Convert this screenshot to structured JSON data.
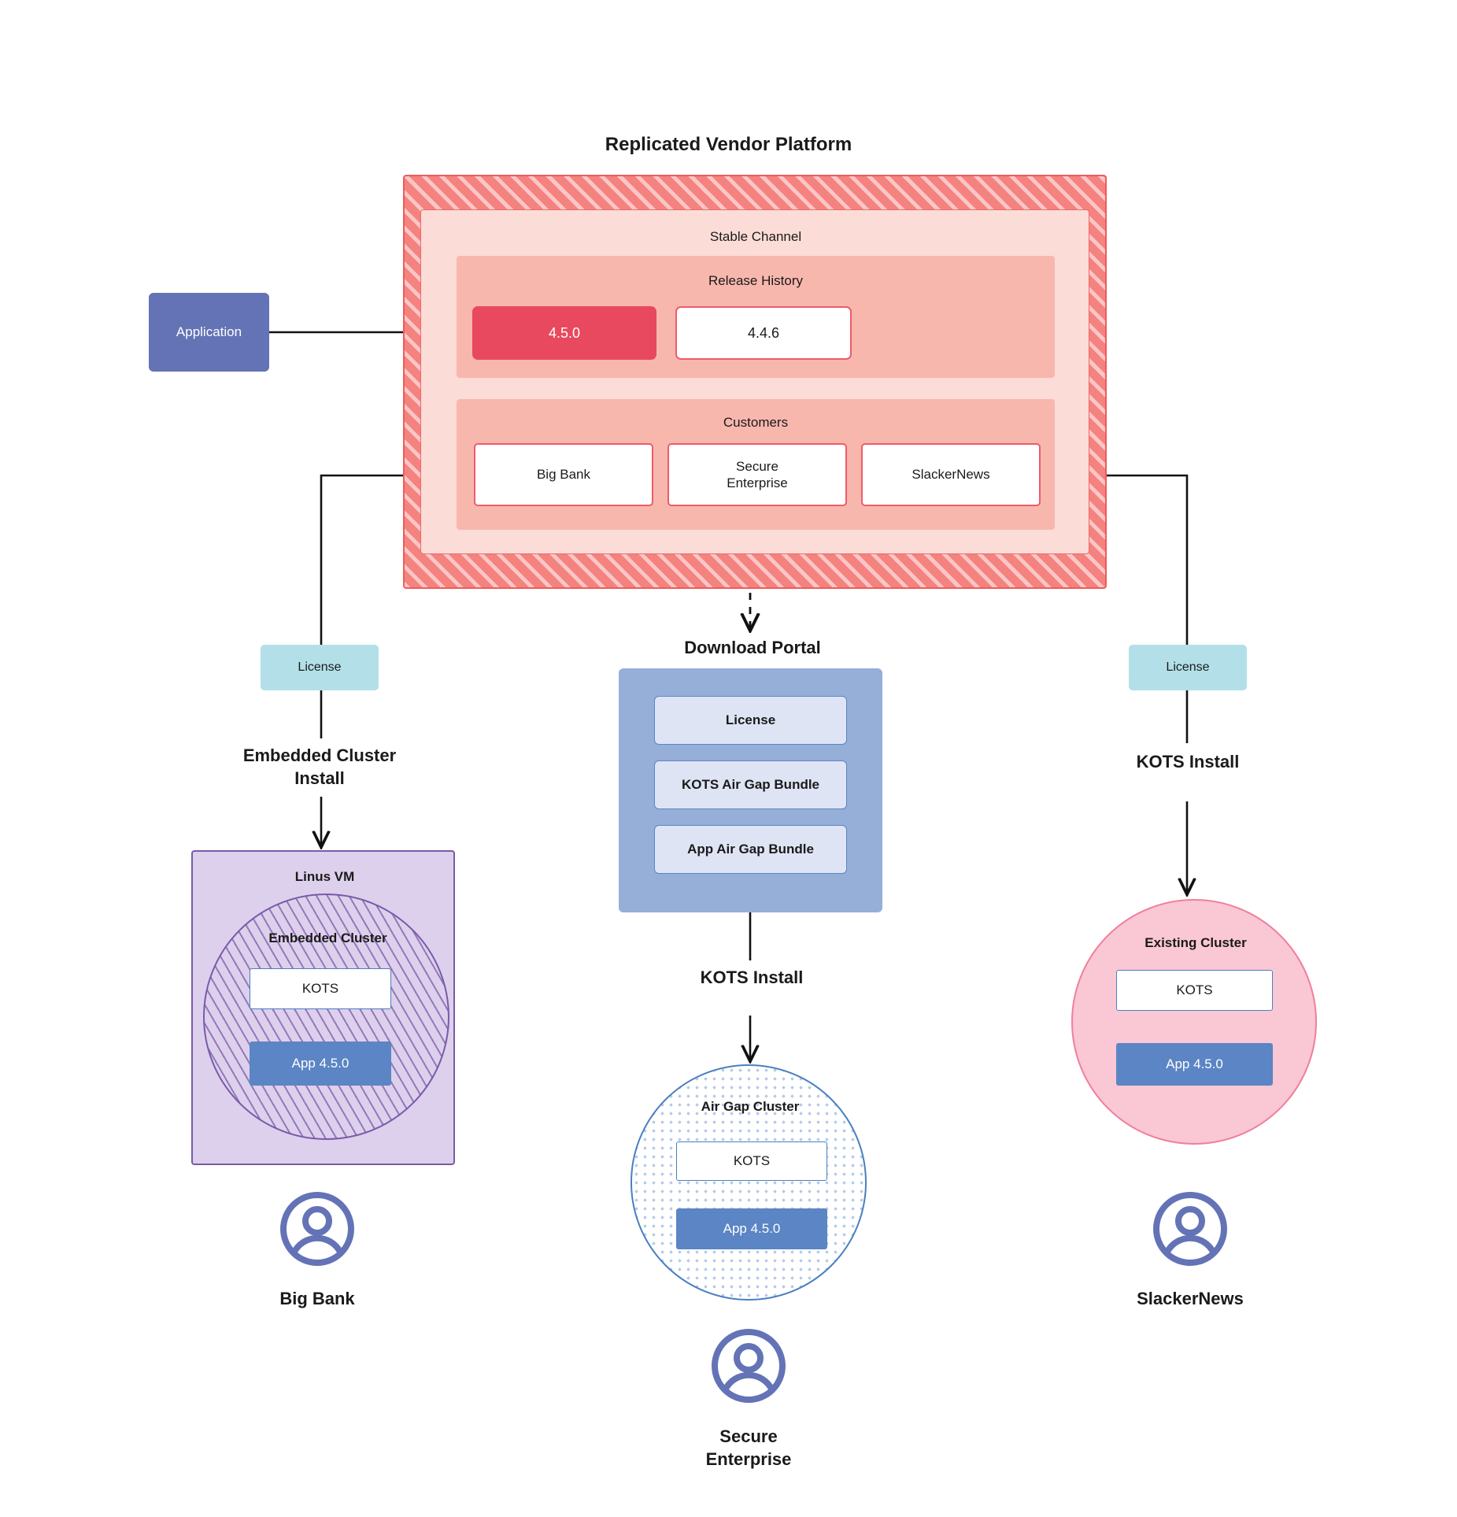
{
  "diagram": {
    "title": "Replicated Vendor Platform",
    "application_box": {
      "label": "Application"
    },
    "stable_channel": {
      "label": "Stable Channel",
      "release_history": {
        "label": "Release History",
        "releases": [
          {
            "version": "4.5.0",
            "state": "current"
          },
          {
            "version": "4.4.6",
            "state": "previous"
          }
        ]
      },
      "customers": {
        "label": "Customers",
        "items": [
          {
            "name": "Big Bank"
          },
          {
            "name": "Secure\nEnterprise"
          },
          {
            "name": "SlackerNews"
          }
        ]
      }
    },
    "branches": {
      "left": {
        "license_label": "License",
        "install_label": "Embedded Cluster\nInstall",
        "vm": {
          "label": "Linus VM",
          "cluster": {
            "label": "Embedded Cluster",
            "kots_label": "KOTS",
            "app_label": "App 4.5.0"
          }
        },
        "customer_name": "Big Bank"
      },
      "middle": {
        "portal_title": "Download  Portal",
        "portal_items": [
          "License",
          "KOTS Air Gap Bundle",
          "App Air Gap Bundle"
        ],
        "install_label": "KOTS Install",
        "cluster": {
          "label": "Air Gap Cluster",
          "kots_label": "KOTS",
          "app_label": "App 4.5.0"
        },
        "customer_name": "Secure\nEnterprise"
      },
      "right": {
        "license_label": "License",
        "install_label": "KOTS Install",
        "cluster": {
          "label": "Existing Cluster",
          "kots_label": "KOTS",
          "app_label": "App 4.5.0"
        },
        "customer_name": "SlackerNews"
      }
    },
    "colors": {
      "platform_hatch": "#f4827f",
      "platform_border": "#ee5b5b",
      "stable_channel_bg": "#fbdcd7",
      "release_panel_bg": "#f8b7ad",
      "release_current_bg": "#e8495e",
      "application_bg": "#6373b6",
      "license_bg": "#b3e0e8",
      "portal_bg": "#96afd8",
      "portal_item_bg": "#dfe4f5",
      "app_box_bg": "#5b85c4",
      "vm_bg": "#ddd0ec",
      "vm_border": "#7a5aa8",
      "existing_cluster_bg": "#fac7d4",
      "airgap_border": "#4a7fc1",
      "avatar": "#6373b6"
    }
  }
}
